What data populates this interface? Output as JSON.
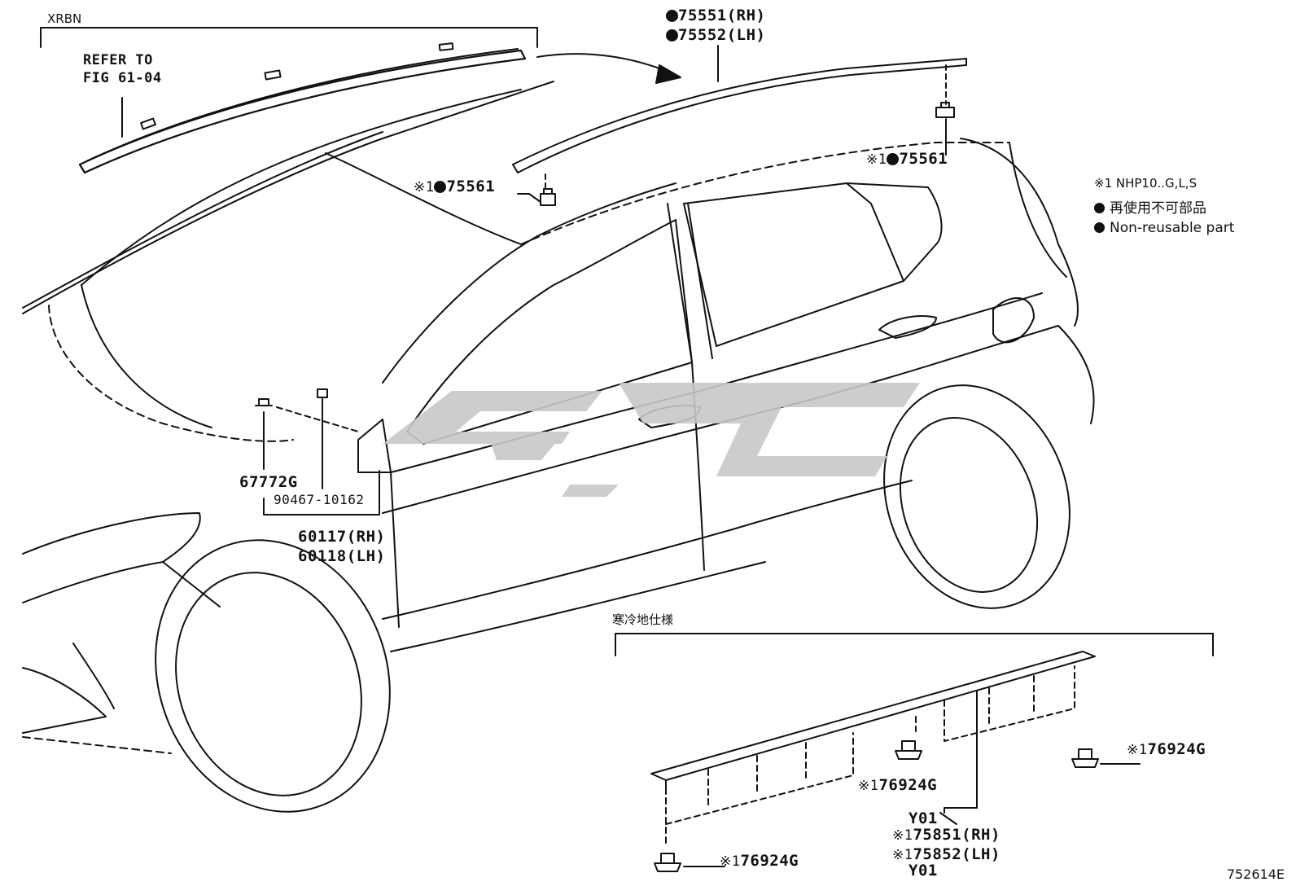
{
  "header": {
    "xrbn": "XRBN",
    "refer_line1": "REFER TO",
    "refer_line2": "FIG 61-04",
    "cold_spec": "寒冷地仕様"
  },
  "legend": {
    "note1": "※1 NHP10..G,L,S",
    "non_reusable_jp": "再使用不可部品",
    "non_reusable_en": "Non-reusable part"
  },
  "parts": {
    "roof_rh": "75551(RH)",
    "roof_lh": "75552(LH)",
    "clip_left_prefix": "※1",
    "clip_left": "75561",
    "clip_right_prefix": "※1",
    "clip_right": "75561",
    "p67772": "67772G",
    "p90467": "90467-10162",
    "p60117": "60117(RH)",
    "p60118": "60118(LH)",
    "clip_mid_prefix": "※1",
    "clip_mid": "76924G",
    "clip_bl_prefix": "※1",
    "clip_bl": "76924G",
    "clip_br_prefix": "※1",
    "clip_br": "76924G",
    "y01_top": "Y01",
    "sill_rh_prefix": "※1",
    "sill_rh": "75851(RH)",
    "sill_lh_prefix": "※1",
    "sill_lh": "75852(LH)",
    "y01_bottom": "Y01"
  },
  "figure_id": "752614E",
  "colors": {
    "line": "#111111",
    "watermark": "#c8c8c8"
  }
}
